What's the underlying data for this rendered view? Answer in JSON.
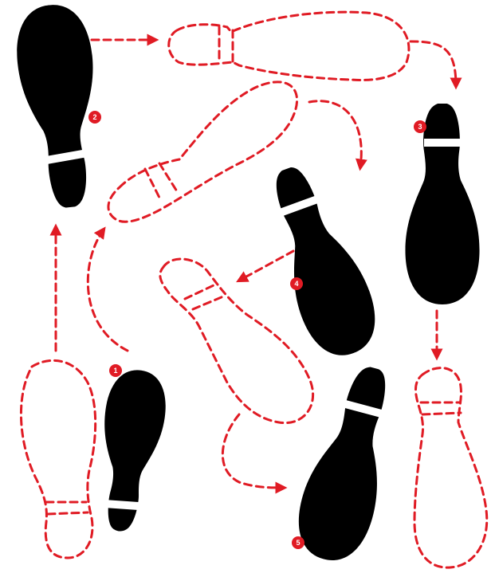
{
  "accent": "#e01b24",
  "step_badges": [
    {
      "label": "1"
    },
    {
      "label": "2"
    },
    {
      "label": "3"
    },
    {
      "label": "4"
    },
    {
      "label": "5"
    }
  ]
}
